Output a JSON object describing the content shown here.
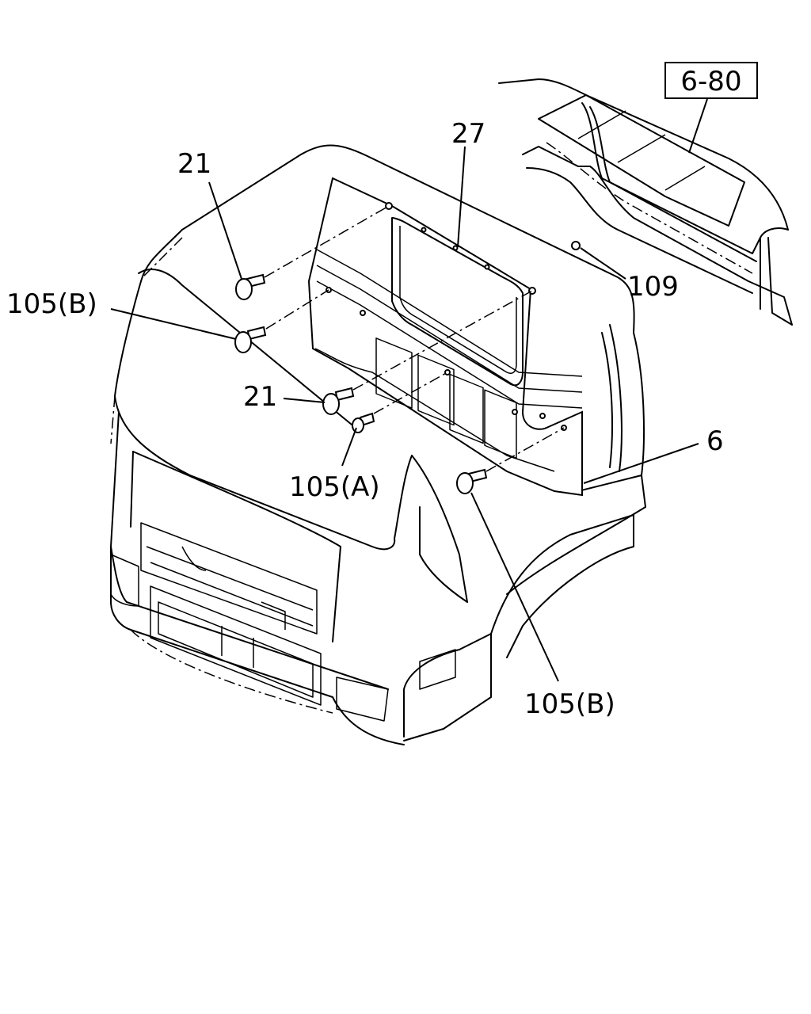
{
  "reference_box": "6-80",
  "callouts": {
    "part_27": "27",
    "part_21_upper": "21",
    "part_21_lower": "21",
    "part_105b_left": "105(B)",
    "part_105a": "105(A)",
    "part_105b_bottom": "105(B)",
    "part_6": "6",
    "part_109": "109"
  }
}
